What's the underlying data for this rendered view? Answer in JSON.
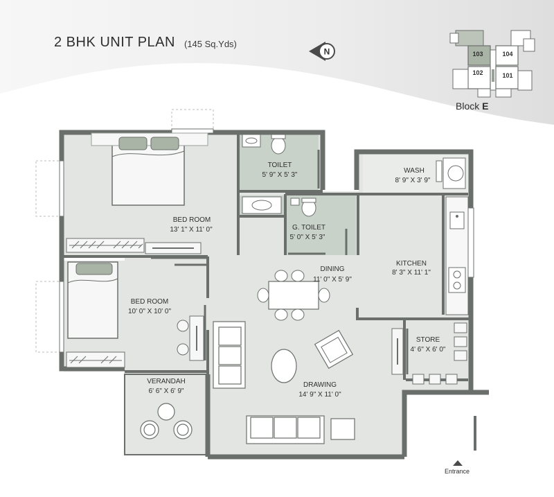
{
  "header": {
    "title": "2 BHK UNIT PLAN",
    "area": "(145 Sq.Yds)",
    "north_marker": "N"
  },
  "key_plan": {
    "units": [
      "103",
      "104",
      "102",
      "101"
    ],
    "block_prefix": "Block ",
    "block_letter": "E"
  },
  "rooms": [
    {
      "name": "TOILET",
      "size": "5' 9\" X 5' 3\""
    },
    {
      "name": "WASH",
      "size": "8' 9\" X 3' 9\""
    },
    {
      "name": "G. TOILET",
      "size": "5' 0\" X 5' 3\""
    },
    {
      "name": "BED ROOM",
      "size": "13' 1\" X 11' 0\""
    },
    {
      "name": "DINING",
      "size": "11' 0\" X 5' 9\""
    },
    {
      "name": "KITCHEN",
      "size": "8' 3\" X 11' 1\""
    },
    {
      "name": "BED ROOM",
      "size": "10' 0\" X 10' 0\""
    },
    {
      "name": "STORE",
      "size": "4' 6\" X 6' 0\""
    },
    {
      "name": "VERANDAH",
      "size": "6' 6\" X 6' 9\""
    },
    {
      "name": "DRAWING",
      "size": "14' 9\" X 11' 0\""
    }
  ],
  "entrance_label": "Entrance",
  "colors": {
    "wall": "#6b6f6c",
    "floor": "#e3e5e3",
    "wet_area": "#c9d2c8",
    "accent_green": "#8f9e8c",
    "furniture_fill": "#f6f7f6",
    "text": "#2e2e2e"
  }
}
